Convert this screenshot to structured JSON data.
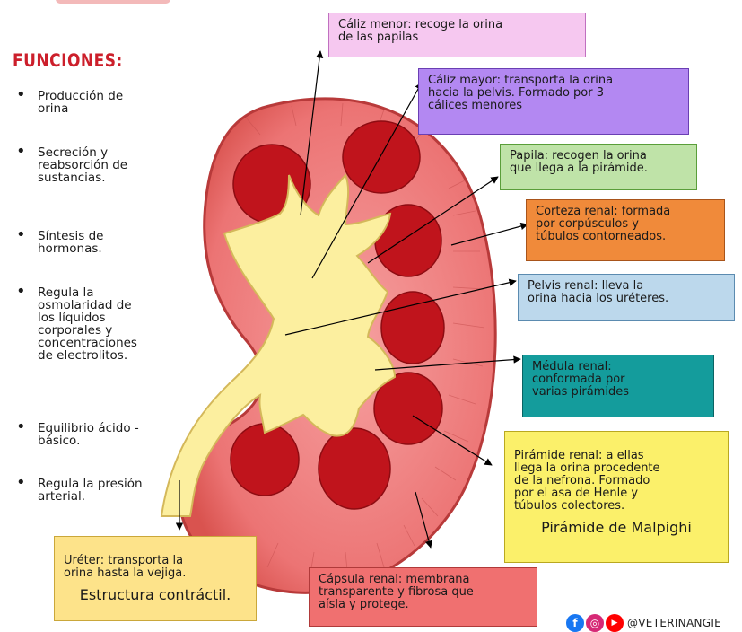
{
  "functions": {
    "title": "FUNCIONES:",
    "items": [
      "Producción de\norina",
      "Secreción y\nreabsorción de\nsustancias.",
      "Síntesis de\nhormonas.",
      "Regula la\nosmolaridad de\nlos líquidos\ncorporales y\nconcentraciones\nde electrolitos.",
      "Equilibrio ácido -\nbásico.",
      "Regula la presión\narterial."
    ]
  },
  "labels": {
    "caliz_menor": "Cáliz menor: recoge la orina\nde las papilas",
    "caliz_mayor": "Cáliz mayor: transporta la orina\nhacia la pelvis. Formado por 3\ncálices menores",
    "papila": "Papila: recogen la orina\nque llega a la pirámide.",
    "corteza": "Corteza renal: formada\npor corpúsculos y\ntúbulos contorneados.",
    "pelvis": "Pelvis renal: lleva la\norina hacia los uréteres.",
    "medula": "Médula renal:\nconformada por\nvarias pirámides",
    "piramide": "Pirámide renal: a ellas\nllega la orina procedente\nde la nefrona. Formado\npor el asa de Henle y\ntúbulos colectores.",
    "piramide_sub": "Pirámide de Malpighi",
    "ureter": "Uréter: transporta la\norina hasta la vejiga.",
    "ureter_sub": "Estructura contráctil.",
    "capsula": "Cápsula renal: membrana\ntransparente y fibrosa que\naísla y protege."
  },
  "colors": {
    "title": "#cc1f2b",
    "caliz_menor": "#f6c8f0",
    "caliz_mayor": "#b388f2",
    "papila": "#bfe3a8",
    "corteza": "#f08a3a",
    "pelvis": "#bcd8ec",
    "medula": "#149c9c",
    "piramide": "#fbf06a",
    "ureter": "#fde38a",
    "capsula": "#f07070",
    "facebook": "#1877f2",
    "instagram": "#d62976",
    "youtube": "#ff0000"
  },
  "social": {
    "facebook_icon": "f",
    "instagram_icon": "◎",
    "youtube_icon": "▶",
    "handle": "@VETERINANGIE"
  }
}
